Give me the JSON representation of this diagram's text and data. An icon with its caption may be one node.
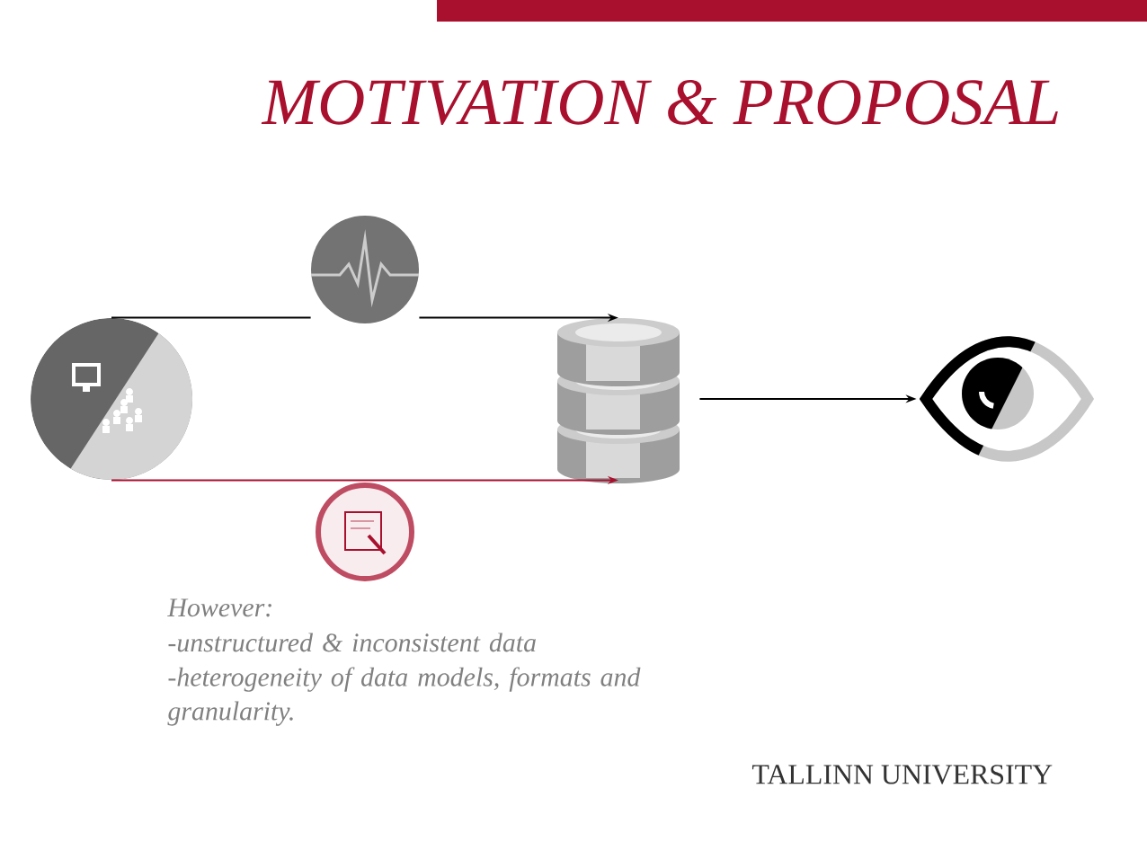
{
  "diagram": {
    "title": "MOTIVATION & PROPOSAL",
    "nodes": [
      {
        "text": [],
        "shape": "circle"
      },
      {
        "text": [],
        "shape": "circle"
      },
      {
        "text": [],
        "shape": "cylinder"
      },
      {
        "text": [],
        "shape": "eye"
      }
    ],
    "edges": [
      {
        "from": 0,
        "to": 1,
        "arrow": "none"
      },
      {
        "from": 1,
        "to": 2,
        "arrow": "to"
      },
      {
        "from": 0,
        "to": 2,
        "arrow": "to",
        "color": "#a8102e"
      },
      {
        "from": 2,
        "to": 3,
        "arrow": "to"
      }
    ],
    "labels": [
      "However:",
      "-unstructured & inconsistent data",
      "-heterogeneity of data models, formats and granularity.",
      "TALLINN UNIVERSITY"
    ]
  }
}
